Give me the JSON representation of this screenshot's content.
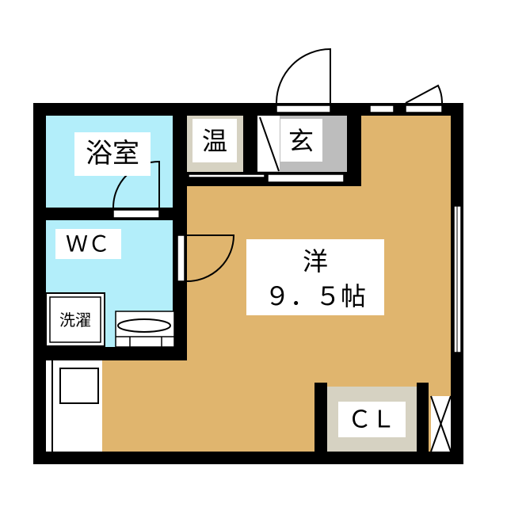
{
  "floor_plan": {
    "rooms": {
      "bathroom": "浴室",
      "toilet": "ＷＣ",
      "water_heater": "温",
      "entrance": "玄",
      "western_room_type": "洋",
      "western_room_size": "９．５帖",
      "laundry": "洗濯",
      "closet": "ＣＬ"
    },
    "colors": {
      "wall": "#000000",
      "wet_area": "#b3eefa",
      "floor": "#e0b56e",
      "entrance": "#bdbdbd",
      "storage": "#d6d2c2",
      "label_bg": "#ffffff"
    }
  }
}
